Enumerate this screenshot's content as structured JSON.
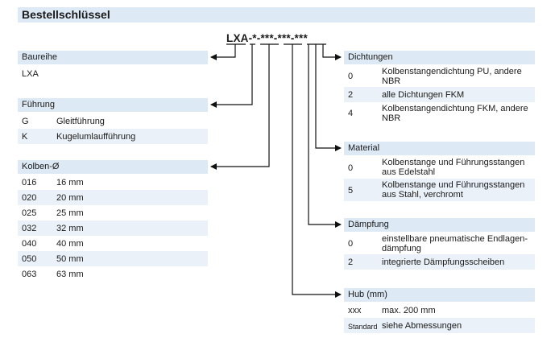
{
  "title": "Bestellschlüssel",
  "order_code": "LXA-*-***-***-***",
  "baureihe": {
    "header": "Baureihe",
    "rows": [
      {
        "code": "LXA",
        "text": ""
      }
    ]
  },
  "fuehrung": {
    "header": "Führung",
    "rows": [
      {
        "code": "G",
        "text": "Gleitführung"
      },
      {
        "code": "K",
        "text": "Kugelumlaufführung"
      }
    ]
  },
  "kolben": {
    "header": "Kolben-Ø",
    "rows": [
      {
        "code": "016",
        "text": "16 mm"
      },
      {
        "code": "020",
        "text": "20 mm"
      },
      {
        "code": "025",
        "text": "25 mm"
      },
      {
        "code": "032",
        "text": "32 mm"
      },
      {
        "code": "040",
        "text": "40 mm"
      },
      {
        "code": "050",
        "text": "50 mm"
      },
      {
        "code": "063",
        "text": "63 mm"
      }
    ]
  },
  "dichtungen": {
    "header": "Dichtungen",
    "rows": [
      {
        "code": "0",
        "text": "Kolbenstangendichtung PU, andere NBR"
      },
      {
        "code": "2",
        "text": "alle Dichtungen FKM"
      },
      {
        "code": "4",
        "text": "Kolbenstangendichtung FKM, andere NBR"
      }
    ]
  },
  "material": {
    "header": "Material",
    "rows": [
      {
        "code": "0",
        "text": "Kolbenstange und Führungsstangen aus Edelstahl"
      },
      {
        "code": "5",
        "text": "Kolbenstange und Führungsstangen aus Stahl, verchromt"
      }
    ]
  },
  "daempfung": {
    "header": "Dämpfung",
    "rows": [
      {
        "code": "0",
        "text": "einstellbare pneumatische Endlagen-dämpfung"
      },
      {
        "code": "2",
        "text": "integrierte Dämpfungsscheiben"
      }
    ]
  },
  "hub": {
    "header": "Hub (mm)",
    "rows": [
      {
        "code": "xxx",
        "text": "max. 200 mm"
      },
      {
        "code": "Standard",
        "text": "siehe Abmessungen"
      }
    ]
  }
}
